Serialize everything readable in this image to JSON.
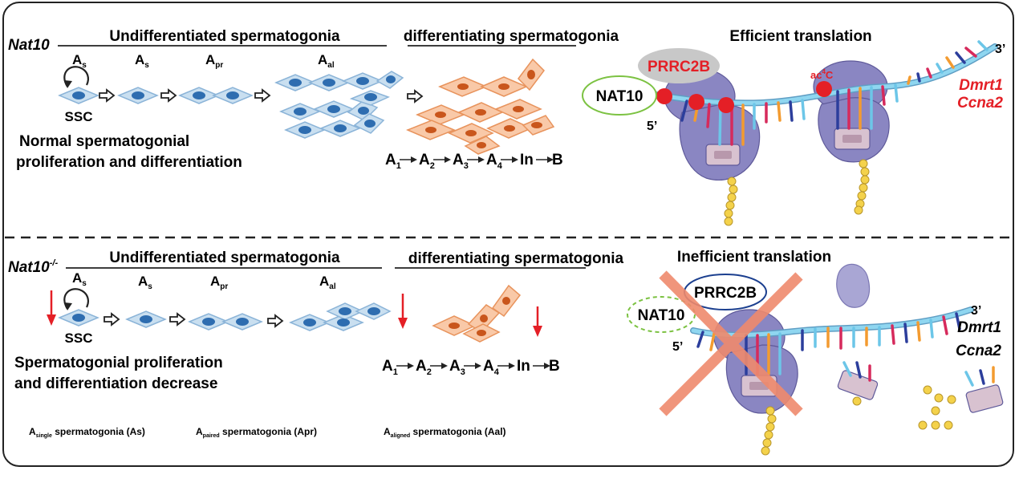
{
  "colors": {
    "undiff_cell_fill": "#c9dff0",
    "undiff_cell_stroke": "#8bb4d8",
    "undiff_nucleus": "#2e6db0",
    "diff_cell_fill": "#f9c9a8",
    "diff_cell_stroke": "#e8935c",
    "diff_nucleus": "#c9561c",
    "ribosome": "#8a86c2",
    "ribosome_dark": "#5f5a9a",
    "mrna": "#6cc6e8",
    "mark_red": "#e41f26",
    "nat10_border": "#7cc242",
    "prrc2b_border": "#1b3f8f",
    "cross": "#ef8a6d",
    "peptide": "#f4d24b"
  },
  "icons": [
    "self-renewal-arrow-icon",
    "hollow-arrow-icon",
    "red-down-arrow-icon",
    "ac4c-site-icon",
    "ribosome-icon",
    "peptide-chain-icon",
    "cross-icon"
  ],
  "top": {
    "genotype": "Nat10",
    "undiff_title": "Undifferentiated spermatogonia",
    "diff_title": "differentiating spermatogonia",
    "stage_as_ssc": {
      "main": "A",
      "sub": "s"
    },
    "stage_as": {
      "main": "A",
      "sub": "s"
    },
    "stage_apr": {
      "main": "A",
      "sub": "pr"
    },
    "stage_aal": {
      "main": "A",
      "sub": "al"
    },
    "ssc": "SSC",
    "caption_line1": "Normal spermatogonial",
    "caption_line2": "proliferation and differentiation",
    "seq": [
      {
        "main": "A",
        "sub": "1"
      },
      {
        "main": "A",
        "sub": "2"
      },
      {
        "main": "A",
        "sub": "3"
      },
      {
        "main": "A",
        "sub": "4"
      },
      {
        "main": "In",
        "sub": ""
      },
      {
        "main": "B",
        "sub": ""
      }
    ],
    "translation_title": "Efficient translation",
    "nat10": "NAT10",
    "prrc2b": "PRRC2B",
    "ac4c_pre": "ac",
    "ac4c_sup": "4",
    "ac4c_post": "C",
    "five_prime": "5’",
    "three_prime": "3’",
    "gene1": "Dmrt1",
    "gene2": "Ccna2"
  },
  "bottom": {
    "genotype": "Nat10",
    "genotype_sup": "-/-",
    "undiff_title": "Undifferentiated spermatogonia",
    "diff_title": "differentiating spermatogonia",
    "stage_as_ssc": {
      "main": "A",
      "sub": "s"
    },
    "stage_as": {
      "main": "A",
      "sub": "s"
    },
    "stage_apr": {
      "main": "A",
      "sub": "pr"
    },
    "stage_aal": {
      "main": "A",
      "sub": "al"
    },
    "ssc": "SSC",
    "caption_line1": "Spermatogonial proliferation",
    "caption_line2": "and differentiation decrease",
    "seq": [
      {
        "main": "A",
        "sub": "1"
      },
      {
        "main": "A",
        "sub": "2"
      },
      {
        "main": "A",
        "sub": "3"
      },
      {
        "main": "A",
        "sub": "4"
      },
      {
        "main": "In",
        "sub": ""
      },
      {
        "main": "B",
        "sub": ""
      }
    ],
    "translation_title": "Inefficient translation",
    "nat10": "NAT10",
    "prrc2b": "PRRC2B",
    "five_prime": "5’",
    "three_prime": "3’",
    "gene1": "Dmrt1",
    "gene2": "Ccna2"
  },
  "legend": [
    {
      "main": "A",
      "sub": "single",
      "rest": " spermatogonia (As)"
    },
    {
      "main": "A",
      "sub": "paired",
      "rest": " spermatogonia (Apr)"
    },
    {
      "main": "A",
      "sub": "aligned",
      "rest": " spermatogonia (Aal)"
    }
  ]
}
